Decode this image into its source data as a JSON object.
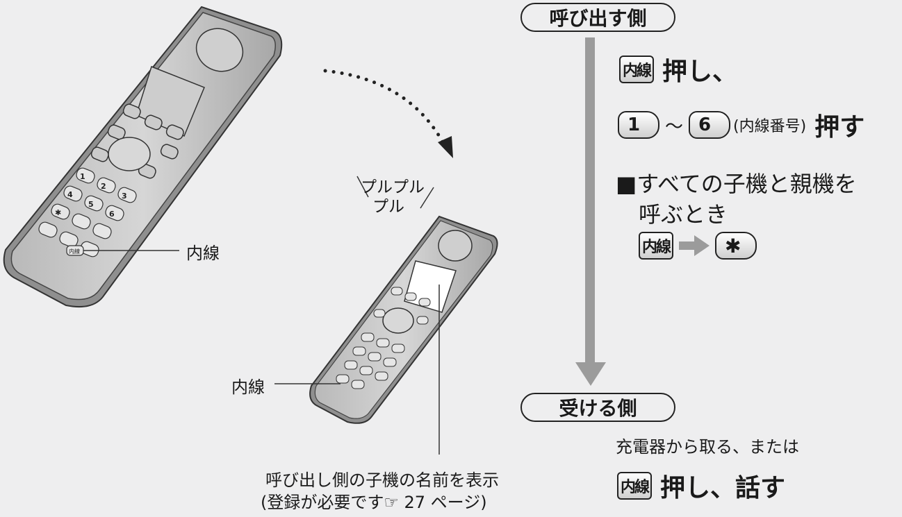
{
  "left": {
    "label_naisen_large": "内線",
    "sound_line1": "プルプル",
    "sound_line2": "プル",
    "label_naisen_small": "内線",
    "caption_line1": "呼び出し側の子機の名前を表示",
    "caption_line2": "(登録が必要です☞ 27 ページ)"
  },
  "keypad": {
    "k1": "1",
    "k2": "2",
    "k3": "3",
    "k4": "4",
    "k5": "5",
    "k6": "6",
    "kstar": "✱",
    "naisen": "内線"
  },
  "right": {
    "caller_title": "呼び出す側",
    "step1_key": "内線",
    "step1_text": "押し、",
    "step2_key_from": "1",
    "step2_tilde": "～",
    "step2_key_to": "6",
    "step2_note": "(内線番号)",
    "step2_text": "押す",
    "all_bullet": "■すべての子機と親機を",
    "all_line2": "呼ぶとき",
    "all_key1": "内線",
    "all_key2": "✱",
    "receiver_title": "受ける側",
    "receiver_note": "充電器から取る、または",
    "receiver_key": "内線",
    "receiver_text": "押し、話す"
  }
}
